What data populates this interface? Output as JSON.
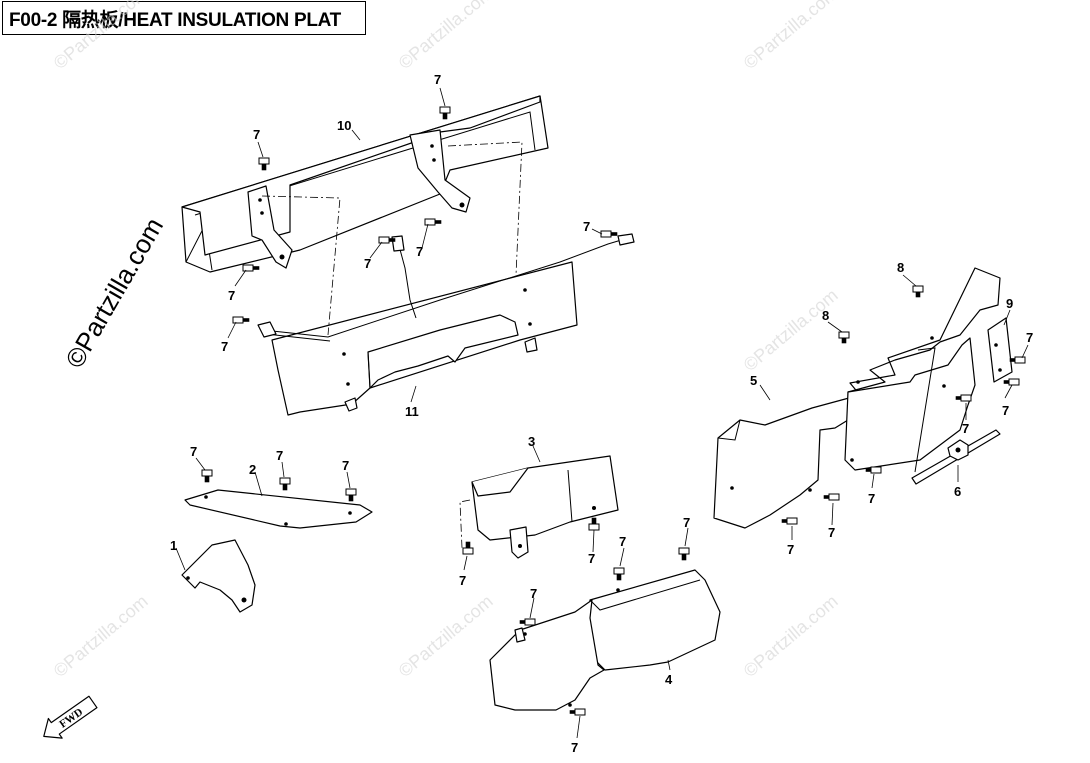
{
  "header": {
    "title": "F00-2 隔热板/HEAT INSULATION PLAT"
  },
  "watermark": {
    "text": "©Partzilla.com",
    "side_text": "©Partzilla.com"
  },
  "fwd_arrow": {
    "label": "FWD"
  },
  "callouts": {
    "c1": "1",
    "c2": "2",
    "c3": "3",
    "c4": "4",
    "c5": "5",
    "c6": "6",
    "c7": "7",
    "c8": "8",
    "c9": "9",
    "c10": "10",
    "c11": "11"
  }
}
